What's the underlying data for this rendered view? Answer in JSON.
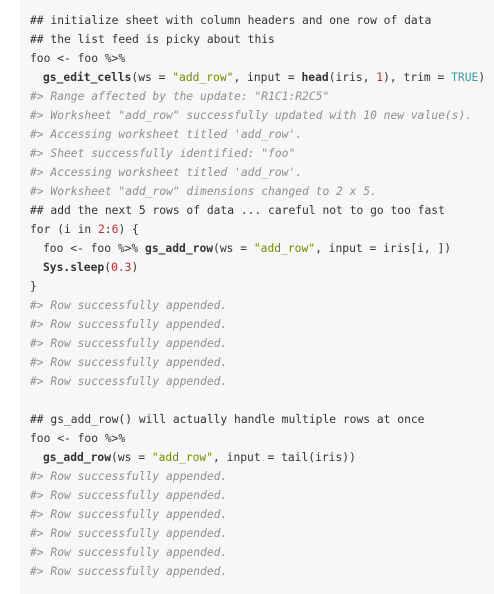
{
  "code": {
    "l1": "## initialize sheet with column headers and one row of data",
    "l2": "## the list feed is picky about this",
    "l3": "foo <- foo %>%",
    "l4": {
      "a": "gs_edit_cells",
      "b": "(ws = ",
      "c": "\"add_row\"",
      "d": ", input = ",
      "e": "head",
      "f": "(iris, ",
      "g": "1",
      "h": "), trim = ",
      "i": "TRUE",
      "j": ")"
    },
    "l5": "#> Range affected by the update: \"R1C1:R2C5\"",
    "l6": "#> Worksheet \"add_row\" successfully updated with 10 new value(s).",
    "l7": "#> Accessing worksheet titled 'add_row'.",
    "l8": "#> Sheet successfully identified: \"foo\"",
    "l9": "#> Accessing worksheet titled 'add_row'.",
    "l10": "#> Worksheet \"add_row\" dimensions changed to 2 x 5.",
    "l11": "## add the next 5 rows of data ... careful not to go too fast",
    "l12": {
      "a": "for (i in ",
      "b": "2",
      "c": ":",
      "d": "6",
      "e": ") {"
    },
    "l13": {
      "a": "foo <- foo %>% ",
      "b": "gs_add_row",
      "c": "(ws = ",
      "d": "\"add_row\"",
      "e": ", input = iris[i, ])"
    },
    "l14": {
      "a": "Sys.sleep",
      "b": "(",
      "c": "0.3",
      "d": ")"
    },
    "l15": "}",
    "l16": "#> Row successfully appended.",
    "l17": "#> Row successfully appended.",
    "l18": "#> Row successfully appended.",
    "l19": "#> Row successfully appended.",
    "l20": "#> Row successfully appended.",
    "l21": "## gs_add_row() will actually handle multiple rows at once",
    "l22": "foo <- foo %>%",
    "l23": {
      "a": "gs_add_row",
      "b": "(ws = ",
      "c": "\"add_row\"",
      "d": ", input = ",
      "e": "tail",
      "f": "(iris))"
    },
    "l24": "#> Row successfully appended.",
    "l25": "#> Row successfully appended.",
    "l26": "#> Row successfully appended.",
    "l27": "#> Row successfully appended.",
    "l28": "#> Row successfully appended.",
    "l29": "#> Row successfully appended."
  },
  "colors": {
    "background": "#f7f7f7",
    "text": "#333333",
    "output_comment": "#8e908c",
    "string": "#718c00",
    "number": "#c82829",
    "constant": "#3e999f"
  }
}
